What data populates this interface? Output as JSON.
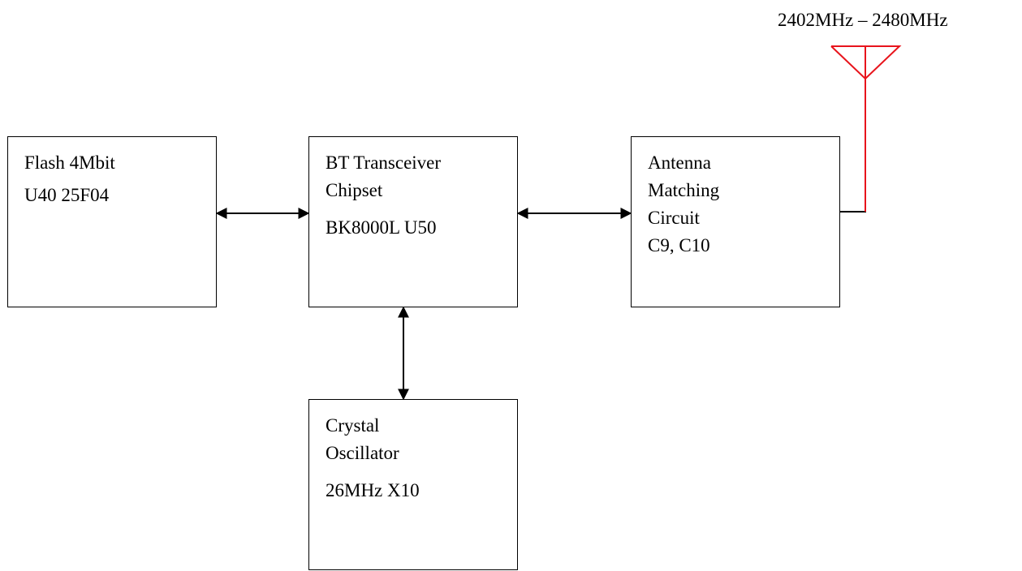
{
  "frequency_label": "2402MHz – 2480MHz",
  "blocks": {
    "flash": {
      "lines": [
        "Flash 4Mbit",
        "U40 25F04"
      ]
    },
    "bt_transceiver": {
      "lines": [
        "BT Transceiver",
        "Chipset",
        "BK8000L U50"
      ]
    },
    "antenna_matching": {
      "lines": [
        "Antenna",
        "Matching",
        "Circuit",
        "C9, C10"
      ]
    },
    "crystal": {
      "lines": [
        "Crystal",
        "Oscillator",
        "26MHz X10"
      ]
    }
  },
  "colors": {
    "antenna": "#e8141c",
    "stroke": "#000000"
  }
}
